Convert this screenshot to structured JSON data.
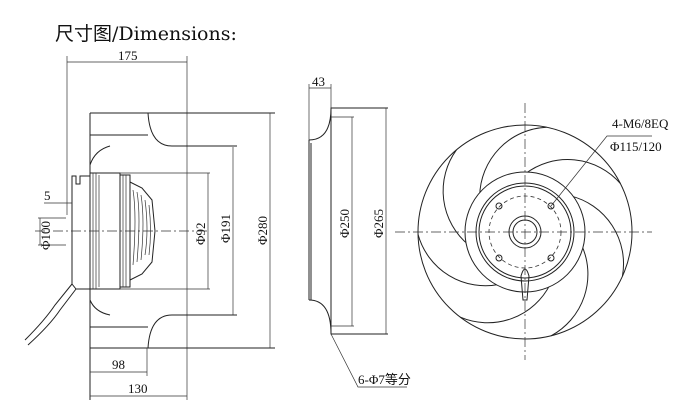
{
  "title": "尺寸图/Dimensions:",
  "side_view": {
    "overall_length": "175",
    "flange_offset": "5",
    "flange_diameter": "Φ100",
    "motor_diameter": "Φ92",
    "inlet_diameter": "Φ191",
    "outer_diameter": "Φ280",
    "impeller_depth": "98",
    "housing_depth": "130"
  },
  "inlet_ring_view": {
    "ring_width": "43",
    "inner_diameter": "Φ250",
    "outer_diameter": "Φ265",
    "mounting_holes": "6-Φ7等分"
  },
  "front_view": {
    "bolt_spec": "4-M6/8EQ",
    "bolt_circle": "Φ115/120",
    "blade_count": 7
  }
}
